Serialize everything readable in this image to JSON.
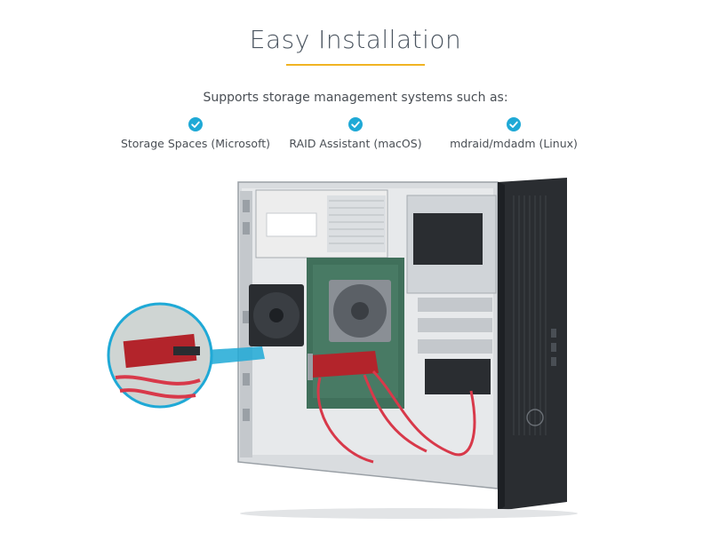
{
  "header": {
    "title": "Easy Installation",
    "subtitle": "Supports storage management systems such as:"
  },
  "features": [
    {
      "label": "Storage Spaces (Microsoft)",
      "icon": "checkmark-circle-icon"
    },
    {
      "label": "RAID Assistant (macOS)",
      "icon": "checkmark-circle-icon"
    },
    {
      "label": "mdraid/mdadm (Linux)",
      "icon": "checkmark-circle-icon"
    }
  ],
  "colors": {
    "accent_rule": "#f0b323",
    "check": "#1fa9d6",
    "card": "#b3242b",
    "sata_cable": "#d8394a",
    "chassis": "#2a2d31"
  }
}
